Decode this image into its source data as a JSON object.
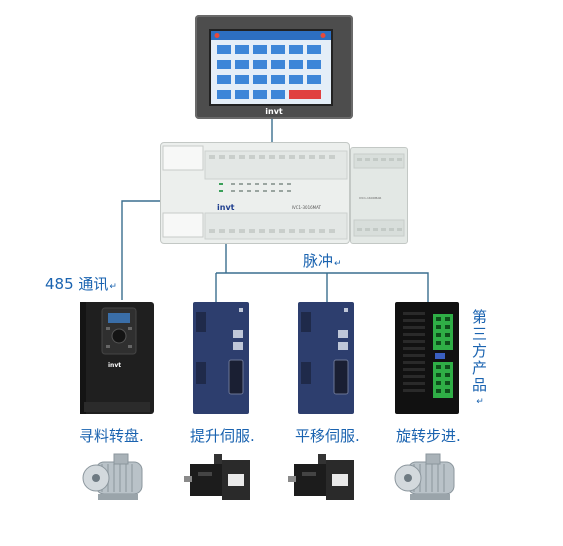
{
  "hmi": {
    "brand": "invt"
  },
  "plc": {
    "brand": "invt",
    "model": "IVC1-3016MAT"
  },
  "extension": {
    "model": "IVC1-1600MAR"
  },
  "inverter": {
    "brand": "invt"
  },
  "connections": {
    "comm_label": "485 通讯",
    "pulse_label": "脉冲"
  },
  "paragraph_mark": "↵",
  "third_party_label": [
    "第",
    "三",
    "方",
    "产",
    "品"
  ],
  "devices": [
    {
      "label": "寻料转盘."
    },
    {
      "label": "提升伺服."
    },
    {
      "label": "平移伺服."
    },
    {
      "label": "旋转步进."
    }
  ]
}
